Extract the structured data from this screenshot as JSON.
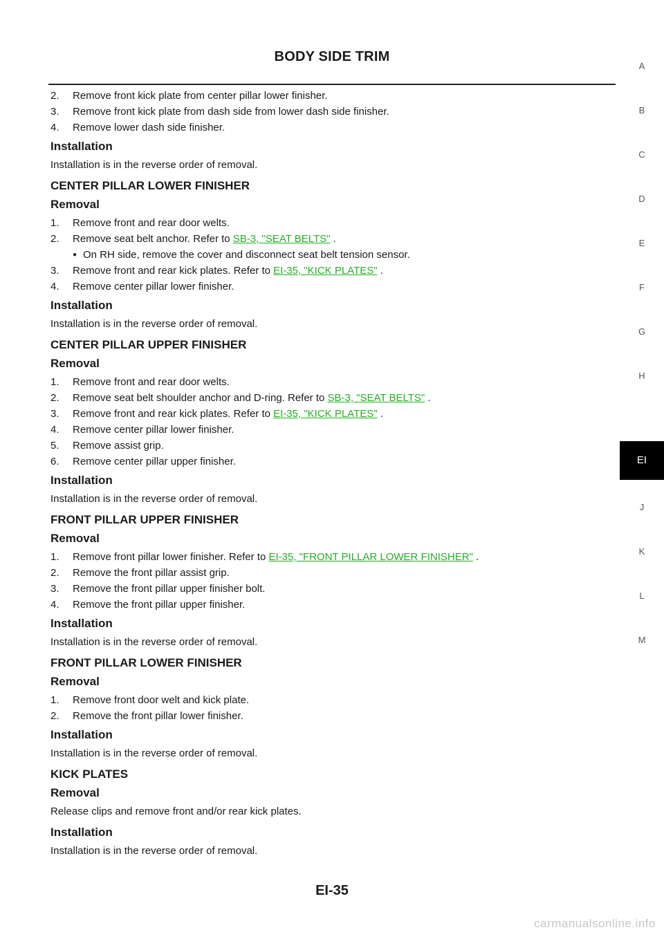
{
  "header": {
    "title": "BODY SIDE TRIM"
  },
  "intro_steps": [
    {
      "num": "2.",
      "text": "Remove front kick plate from center pillar lower finisher."
    },
    {
      "num": "3.",
      "text": "Remove front kick plate from dash side from lower dash side finisher."
    },
    {
      "num": "4.",
      "text": "Remove lower dash side finisher."
    }
  ],
  "labels": {
    "installation": "Installation",
    "removal": "Removal",
    "install_text": "Installation is in the reverse order of removal."
  },
  "center_lower": {
    "title": "CENTER PILLAR LOWER FINISHER",
    "step1": {
      "num": "1.",
      "text": "Remove front and rear door welts."
    },
    "step2": {
      "num": "2.",
      "text": "Remove seat belt anchor. Refer to ",
      "link": "SB-3, \"SEAT BELTS\"",
      "after": " ."
    },
    "bullet": "On RH side, remove the cover and disconnect seat belt tension sensor.",
    "step3": {
      "num": "3.",
      "text": "Remove front and rear kick plates. Refer to ",
      "link": "EI-35, \"KICK PLATES\"",
      "after": " ."
    },
    "step4": {
      "num": "4.",
      "text": "Remove center pillar lower finisher."
    }
  },
  "center_upper": {
    "title": "CENTER PILLAR UPPER FINISHER",
    "step1": {
      "num": "1.",
      "text": "Remove front and rear door welts."
    },
    "step2": {
      "num": "2.",
      "text": "Remove seat belt shoulder anchor and D-ring. Refer to ",
      "link": "SB-3, \"SEAT BELTS\"",
      "after": " ."
    },
    "step3": {
      "num": "3.",
      "text": "Remove front and rear kick plates. Refer to ",
      "link": "EI-35, \"KICK PLATES\"",
      "after": " ."
    },
    "step4": {
      "num": "4.",
      "text": "Remove center pillar lower finisher."
    },
    "step5": {
      "num": "5.",
      "text": "Remove assist grip."
    },
    "step6": {
      "num": "6.",
      "text": "Remove center pillar upper finisher."
    }
  },
  "front_upper": {
    "title": "FRONT PILLAR UPPER FINISHER",
    "step1": {
      "num": "1.",
      "text": "Remove front pillar lower finisher. Refer to ",
      "link": "EI-35, \"FRONT PILLAR LOWER FINISHER\"",
      "after": " ."
    },
    "step2": {
      "num": "2.",
      "text": "Remove the front pillar assist grip."
    },
    "step3": {
      "num": "3.",
      "text": "Remove the front pillar upper finisher bolt."
    },
    "step4": {
      "num": "4.",
      "text": "Remove the front pillar upper finisher."
    }
  },
  "front_lower": {
    "title": "FRONT PILLAR LOWER FINISHER",
    "step1": {
      "num": "1.",
      "text": "Remove front door welt and kick plate."
    },
    "step2": {
      "num": "2.",
      "text": "Remove the front pillar lower finisher."
    }
  },
  "kick_plates": {
    "title": "KICK PLATES",
    "removal_text": "Release clips and remove front and/or rear kick plates."
  },
  "side_tabs": [
    "A",
    "B",
    "C",
    "D",
    "E",
    "F",
    "G",
    "H",
    "EI",
    "J",
    "K",
    "L",
    "M"
  ],
  "active_tab": "EI",
  "footer": {
    "page": "EI-35"
  },
  "watermark": "carmanualsonline.info",
  "colors": {
    "link": "#22b022",
    "active_tab_bg": "#000000"
  }
}
